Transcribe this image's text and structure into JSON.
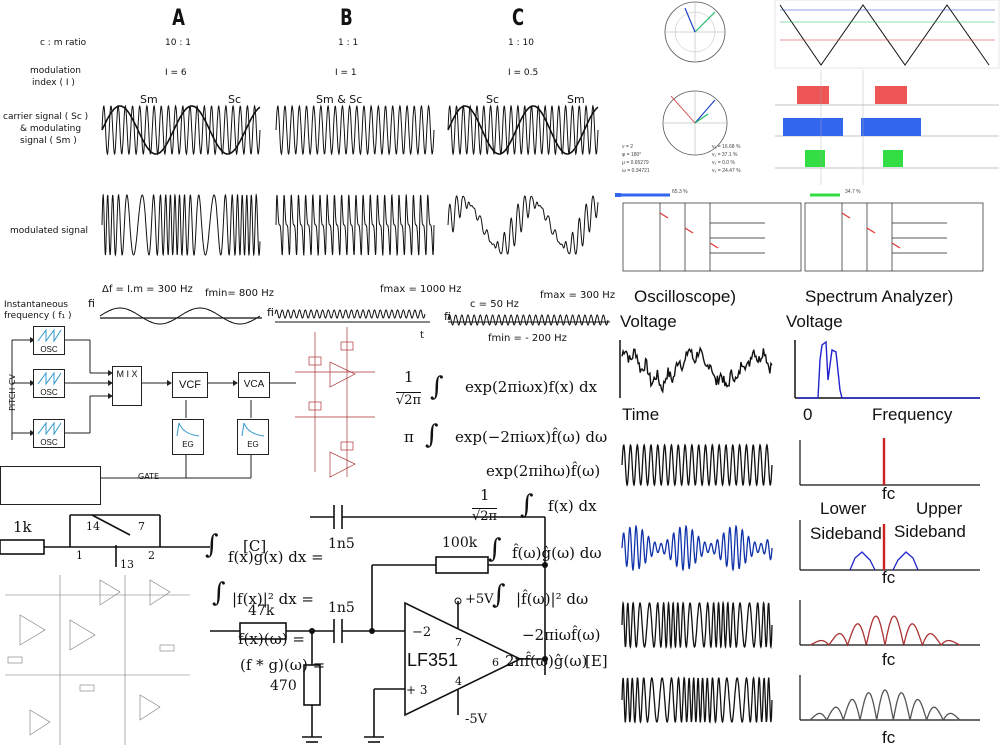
{
  "fm_panel": {
    "columns": [
      "A",
      "B",
      "C"
    ],
    "row_labels": {
      "ratio": "c : m ratio",
      "index1": "modulation",
      "index2": "index ( I )",
      "signals1": "carrier signal ( Sc )",
      "signals2": "& modulating",
      "signals3": "signal ( Sm )",
      "modulated": "modulated signal",
      "inst1": "Instantaneous",
      "inst2": "frequency ( f₁ )"
    },
    "ratios": [
      "10 : 1",
      "1 : 1",
      "1 : 10"
    ],
    "indices": [
      "I = 6",
      "I = 1",
      "I = 0.5"
    ],
    "signal_tags": {
      "sm": "Sm",
      "sc": "Sc",
      "smsc": "Sm & Sc"
    },
    "inst": {
      "a_top": "Δf = I.m = 300 Hz",
      "a_min": "fmin= 800 Hz",
      "b_max": "fmax = 1000 Hz",
      "c_c": "c = 50 Hz",
      "c_max": "fmax = 300 Hz",
      "c_min": "fmin = - 200 Hz",
      "fi": "fi",
      "t": "t"
    }
  },
  "phasor_panel": {
    "left_values": [
      "ν = 2",
      "φ = 180°",
      "μ = 0.65279",
      "ω = 0.34721"
    ],
    "right_values": [
      "vₐ = 16.68 %",
      "v₁ = 37.1 %",
      "v₂ = 0.0 %",
      "v₃ = 24.47 %"
    ],
    "bar_left": "65.3 %",
    "bar_right": "34.7 %"
  },
  "synth": {
    "pitch_cv": "PITCH CV",
    "osc": "OSC",
    "mix": "M I X",
    "vcf": "VCF",
    "vca": "VCA",
    "eg": "EG",
    "gate": "GATE"
  },
  "fourier": {
    "line1": "exp(2πiωx)f(x) dx",
    "line2": "exp(−2πiωx)f̂(ω) dω",
    "line3": "exp(2πihω)f̂(ω)",
    "line4": "f(x) dx",
    "line5": "f̂(ω)ĝ(ω) dω",
    "line6": "|f̂(ω)|² dω",
    "line7": "−2πiωf̂(ω)",
    "line8": "2πf̂(ω)ĝ(ω)",
    "frac1": "1",
    "frac1d": "√2π",
    "pi": "π",
    "frag_g": "f(x)g(x) dx =",
    "frag_f2": "|f(x)|² dx =",
    "frag_fx": "f(x)(ω) =",
    "frag_fg": "(f * g)(ω) =",
    "label_c": "[C]",
    "label_e": "[E]"
  },
  "circuit": {
    "r1k": "1k",
    "n14": "14",
    "n7": "7",
    "n1": "1",
    "n2": "2",
    "n13": "13",
    "c1n5a": "1n5",
    "c1n5b": "1n5",
    "r100k": "100k",
    "r47k": "47k",
    "r470": "470",
    "opamp": "LF351",
    "plus5": "+5V",
    "minus5": "-5V",
    "pin2": "−2",
    "pin3": "+ 3",
    "pin7": "7",
    "pin6": "6",
    "pin4": "4"
  },
  "scope": {
    "osc_title": "Oscilloscope)",
    "spec_title": "Spectrum Analyzer)",
    "voltage": "Voltage",
    "voltage2": "Voltage",
    "time": "Time",
    "zero": "0",
    "frequency": "Frequency",
    "fc": "fc",
    "lower": "Lower",
    "sideband_l": "Sideband",
    "upper": "Upper",
    "sideband_u": "Sideband"
  }
}
